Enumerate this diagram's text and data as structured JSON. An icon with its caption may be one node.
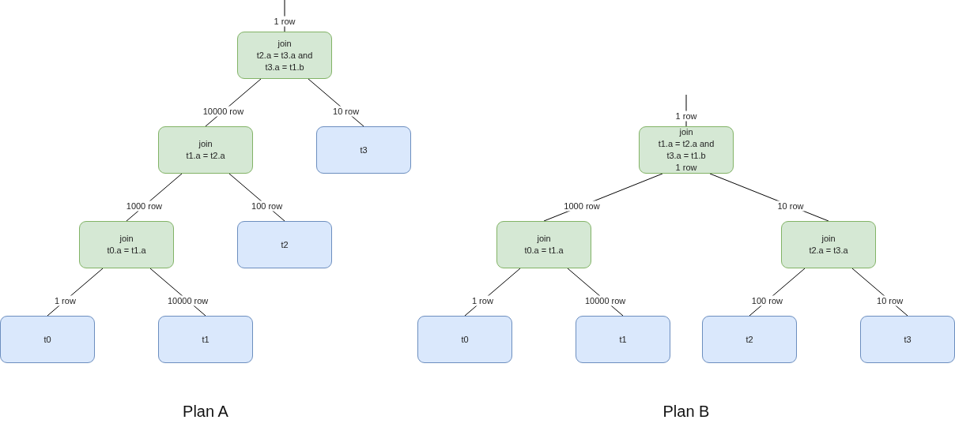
{
  "diagram": {
    "nodes": [
      {
        "text": [
          "join",
          "t2.a = t3.a and t3.a = t1.b"
        ]
      },
      {
        "text": [
          "join",
          "t1.a = t2.a"
        ]
      },
      {
        "text": [
          "t3"
        ]
      },
      {
        "text": [
          "join",
          "t0.a = t1.a"
        ]
      },
      {
        "text": [
          "t2"
        ]
      },
      {
        "text": [
          "t0"
        ]
      },
      {
        "text": [
          "t1"
        ]
      },
      {
        "text": [
          "join",
          "t1.a = t2.a and t3.a = t1.b",
          "1 row"
        ]
      },
      {
        "text": [
          "join",
          "t0.a = t1.a"
        ]
      },
      {
        "text": [
          "join",
          "t2.a = t3.a"
        ]
      },
      {
        "text": [
          "t0"
        ]
      },
      {
        "text": [
          "t1"
        ]
      },
      {
        "text": [
          "t2"
        ]
      },
      {
        "text": [
          "t3"
        ]
      }
    ],
    "edges": [
      {
        "from": null,
        "to": 0,
        "arrow": "none",
        "label": "1 row"
      },
      {
        "from": 0,
        "to": 1,
        "arrow": "none",
        "label": "10000 row"
      },
      {
        "from": 0,
        "to": 2,
        "arrow": "none",
        "label": "10 row"
      },
      {
        "from": 1,
        "to": 3,
        "arrow": "none",
        "label": "1000 row"
      },
      {
        "from": 1,
        "to": 4,
        "arrow": "none",
        "label": "100 row"
      },
      {
        "from": 3,
        "to": 5,
        "arrow": "none",
        "label": "1 row"
      },
      {
        "from": 3,
        "to": 6,
        "arrow": "none",
        "label": "10000 row"
      },
      {
        "from": null,
        "to": 7,
        "arrow": "none",
        "label": "1 row"
      },
      {
        "from": 7,
        "to": 8,
        "arrow": "none",
        "label": "1000 row"
      },
      {
        "from": 7,
        "to": 9,
        "arrow": "none",
        "label": "10 row"
      },
      {
        "from": 8,
        "to": 10,
        "arrow": "none",
        "label": "1 row"
      },
      {
        "from": 8,
        "to": 11,
        "arrow": "none",
        "label": "10000 row"
      },
      {
        "from": 9,
        "to": 12,
        "arrow": "none",
        "label": "100 row"
      },
      {
        "from": 9,
        "to": 13,
        "arrow": "none",
        "label": "10 row"
      }
    ],
    "labels": [
      "Plan A",
      "Plan B"
    ]
  }
}
